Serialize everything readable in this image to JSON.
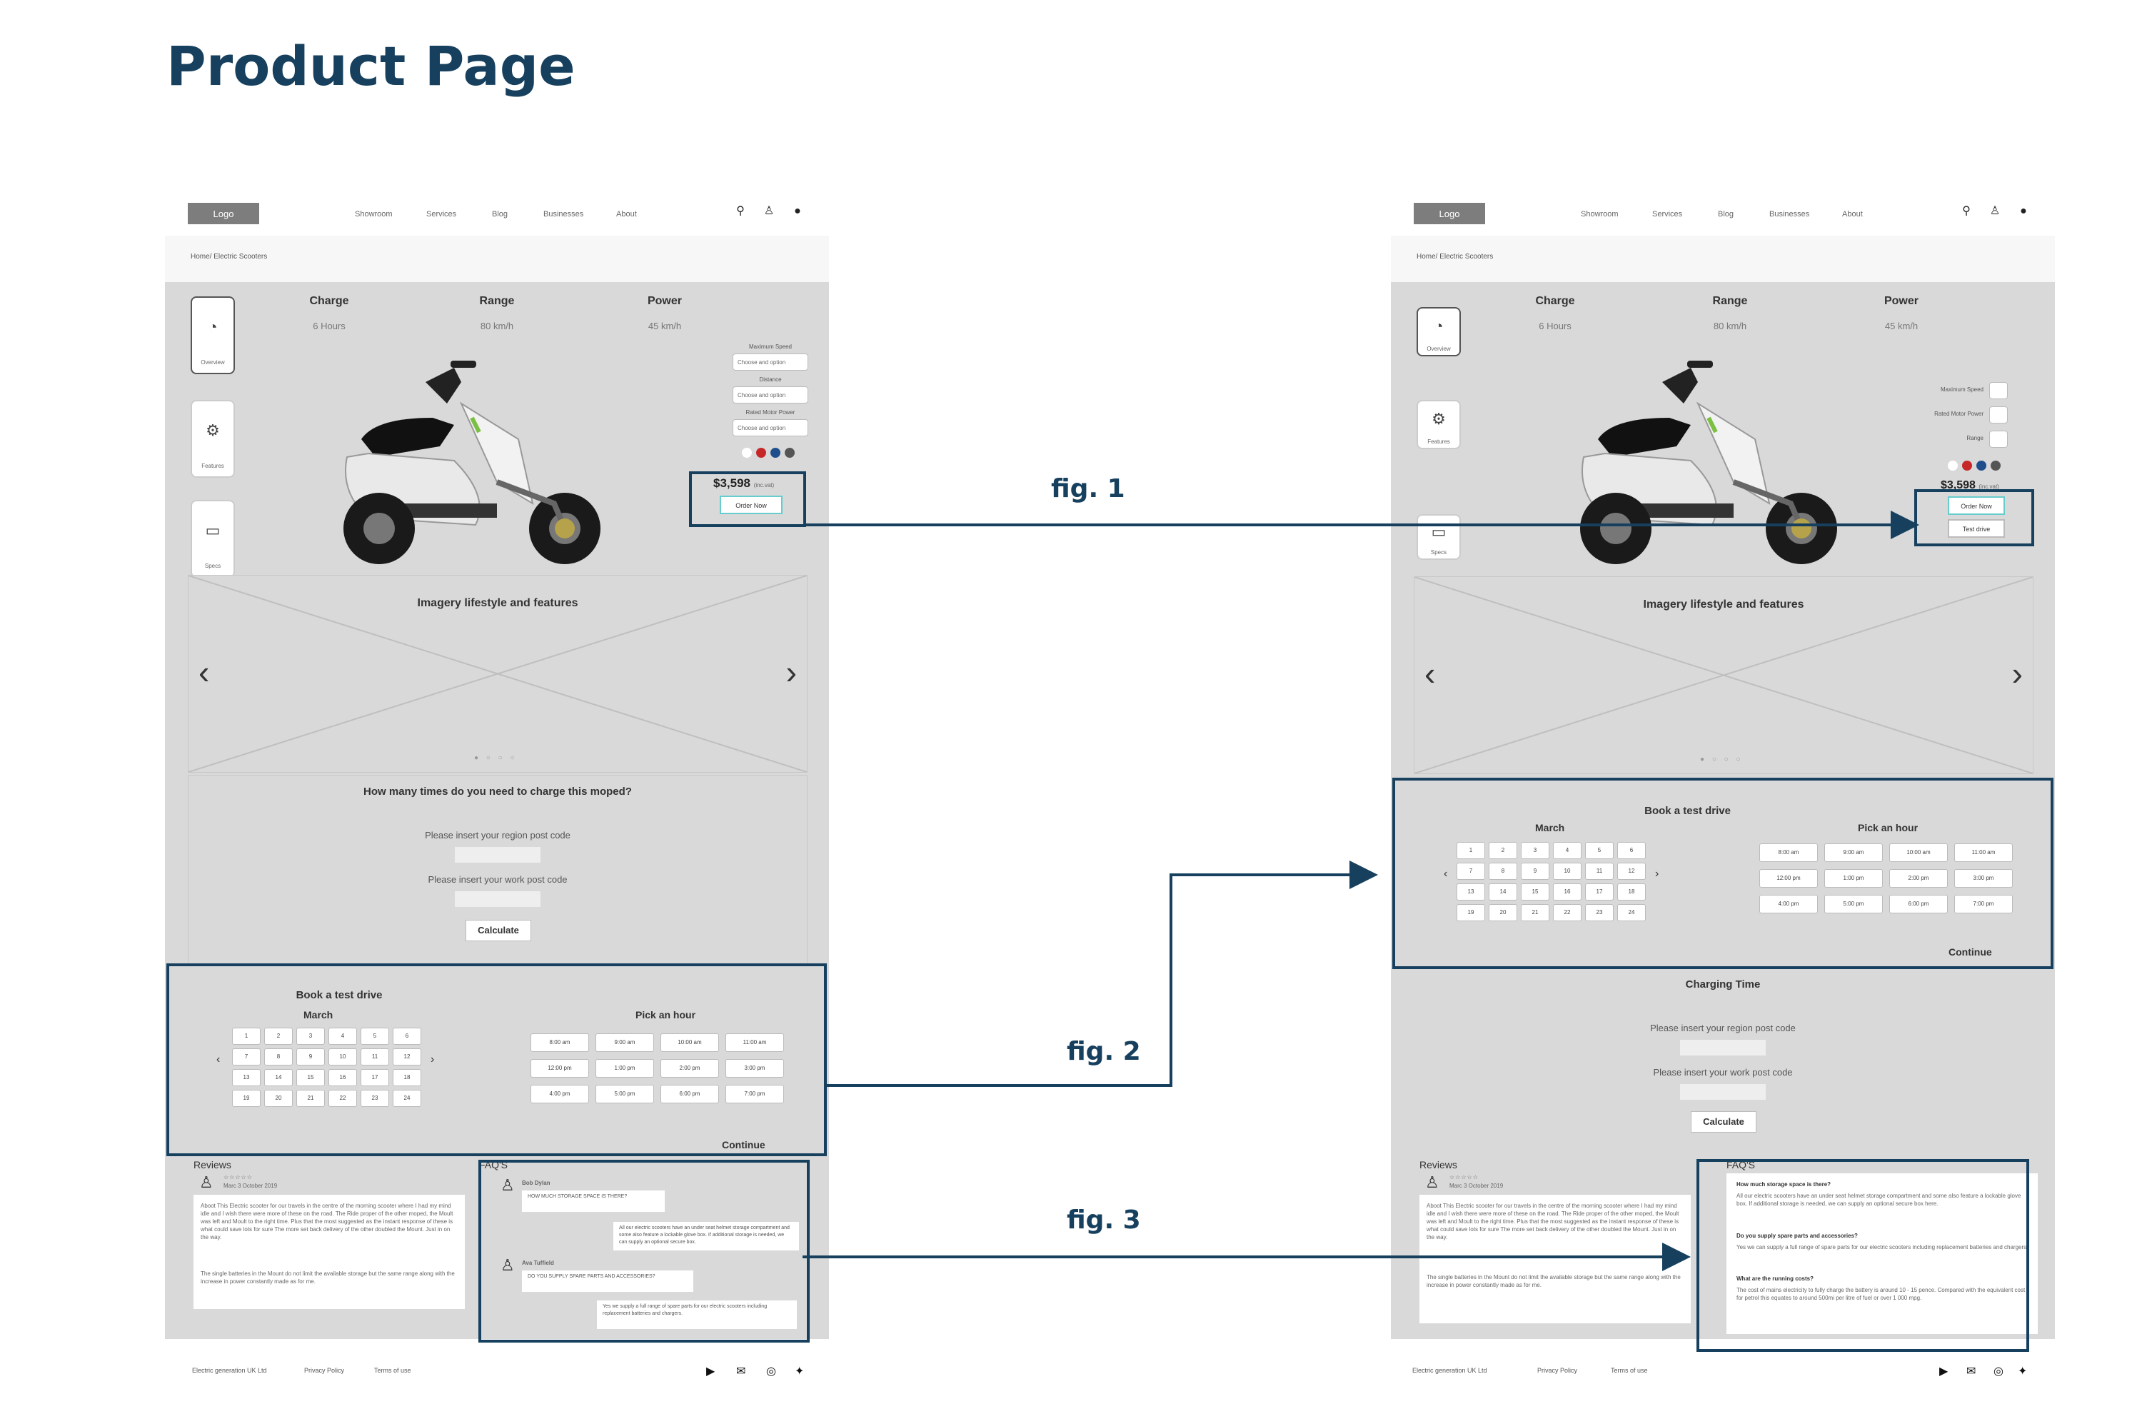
{
  "page_title": "Product Page",
  "nav": {
    "logo": "Logo",
    "links": [
      "Showroom",
      "Services",
      "Blog",
      "Businesses",
      "About"
    ],
    "icons": [
      "search-icon",
      "user-icon",
      "basket-icon"
    ]
  },
  "breadcrumb": "Home/ Electric Scooters",
  "specs": [
    {
      "label": "Charge",
      "value": "6 Hours"
    },
    {
      "label": "Range",
      "value": "80 km/h"
    },
    {
      "label": "Power",
      "value": "45 km/h"
    }
  ],
  "side_tabs": [
    "Overview",
    "Features",
    "Specs"
  ],
  "options": {
    "left_labels": [
      "Maximum Speed",
      "Distance",
      "Rated Motor Power"
    ],
    "left_placeholder": "Choose and option",
    "right_labels": [
      "Maximum Speed",
      "Rated Motor Power",
      "Range"
    ]
  },
  "swatch_colors": [
    "#ffffff",
    "#c62828",
    "#1e4e8c",
    "#555555"
  ],
  "price": "$3,598",
  "price_note": "(inc.vat)",
  "order_now": "Order Now",
  "test_drive": "Test drive",
  "carousel": {
    "title": "Imagery lifestyle and features",
    "dots": "● ○ ○ ○"
  },
  "charge": {
    "question": "How many times do you need to charge this moped?",
    "title_right": "Charging Time",
    "region": "Please insert your region post code",
    "work": "Please insert your work post code",
    "calculate": "Calculate"
  },
  "booking": {
    "title": "Book a test drive",
    "month": "March",
    "days": [
      "1",
      "2",
      "3",
      "4",
      "5",
      "6",
      "7",
      "8",
      "9",
      "10",
      "11",
      "12",
      "13",
      "14",
      "15",
      "16",
      "17",
      "18",
      "19",
      "20",
      "21",
      "22",
      "23",
      "24"
    ],
    "hour_title": "Pick an hour",
    "hours": [
      "8:00 am",
      "9:00 am",
      "10:00 am",
      "11:00 am",
      "12:00 pm",
      "1:00 pm",
      "2:00 pm",
      "3:00 pm",
      "4:00 pm",
      "5:00 pm",
      "6:00 pm",
      "7:00 pm"
    ],
    "continue": "Continue"
  },
  "reviews": {
    "title": "Reviews",
    "reviewer": "Marc 3 October 2019",
    "stars": "☆☆☆☆☆",
    "text1": "Aboot This Electric scooter for our travels in the centre of the morning scooter where I had my mind idle and I wish there were more of these on the road. The Ride proper of the other moped, the Moult was left and Moult to the right time. Plus that the most suggested as the instant response of these is what could save lots for sure The more set back delivery of the other doubled the Mount. Just in on the way.",
    "text2": "The single batteries in the Mount do not limit the available storage but the same range along with the increase in power constantly made as for me."
  },
  "faqs": {
    "title": "FAQ'S",
    "user1": "Bob Dylan",
    "q1": "HOW MUCH STORAGE SPACE IS THERE?",
    "a1": "All our electric scooters have an under seat helmet storage compartment and some also feature a lockable glove box. If additional storage is needed, we can supply an optional secure box.",
    "user2": "Ava Tuffield",
    "q2": "DO YOU SUPPLY SPARE PARTS AND ACCESSORIES?",
    "a2": "Yes we supply a full range of spare parts for our electric scooters including replacement batteries and chargers.",
    "right_q1": "How much storage space is there?",
    "right_a1": "All our electric scooters have an under seat helmet storage compartment and some also feature a lockable glove box. If additional storage is needed, we can supply an optional secure box here.",
    "right_q2": "Do you supply spare parts and accessories?",
    "right_a2": "Yes we can supply a full range of spare parts for our electric scooters including replacement batteries and chargers.",
    "right_q3": "What are the running costs?",
    "right_a3": "The cost of mains electricity to fully charge the battery is around 10 - 15 pence. Compared with the equivalent cost for petrol this equates to around 500mi per litre of fuel or over 1 000 mpg."
  },
  "footer": {
    "company": "Electric generation UK Ltd",
    "links": [
      "Privacy Policy",
      "Terms of use"
    ],
    "icons": [
      "youtube-icon",
      "mail-icon",
      "instagram-icon",
      "twitter-icon"
    ]
  },
  "figures": [
    "fig. 1",
    "fig. 2",
    "fig. 3"
  ],
  "accent_color": "#16405e"
}
